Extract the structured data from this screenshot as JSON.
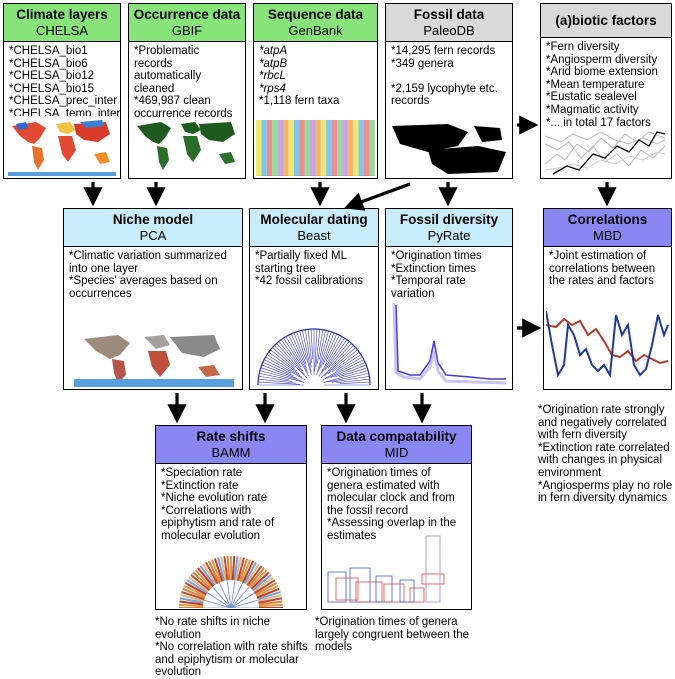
{
  "boxes": {
    "climate": {
      "title": "Climate layers",
      "subtitle": "CHELSA",
      "lines": [
        "*CHELSA_bio1",
        "*CHELSA_bio6",
        "*CHELSA_bio12",
        "*CHELSA_bio15",
        "*CHELSA_prec_inter",
        "*CHELSA_temp_inter"
      ]
    },
    "occurrence": {
      "title": "Occurrence data",
      "subtitle": "GBIF",
      "text": "*Problematic records automatically cleaned\n*469,987 clean occurrence records"
    },
    "sequence": {
      "title": "Sequence data",
      "subtitle": "GenBank",
      "lines": [
        "*atpA",
        "*atpB",
        "*rbcL",
        "*rps4"
      ],
      "last": "*1,118 fern taxa"
    },
    "fossil": {
      "title": "Fossil data",
      "subtitle": "PaleoDB",
      "text": "*14,295 fern records\n*349 genera\n\n*2,159 lycophyte etc. records"
    },
    "abiotic": {
      "title": "(a)biotic factors",
      "subtitle": "",
      "text": "*Fern diversity\n*Angiosperm diversity\n*Arid biome extension\n*Mean temperature\n*Eustatic sealevel\n*Magmatic activity\n*... in total 17 factors"
    },
    "niche": {
      "title": "Niche model",
      "subtitle": "PCA",
      "text": "*Climatic variation summarized into one layer\n*Species' averages based on occurrences"
    },
    "dating": {
      "title": "Molecular dating",
      "subtitle": "Beast",
      "text": "*Partially fixed ML starting tree\n*42 fossil calibrations"
    },
    "diversity": {
      "title": "Fossil diversity",
      "subtitle": "PyRate",
      "text": "*Origination times\n*Extinction times\n*Temporal rate variation"
    },
    "correlations": {
      "title": "Correlations",
      "subtitle": "MBD",
      "text": "*Joint estimation of correlations between the rates and factors"
    },
    "rateshifts": {
      "title": "Rate shifts",
      "subtitle": "BAMM",
      "text": "*Speciation rate\n*Extinction rate\n*Niche evolution rate\n*Correlations with epiphytism and rate of molecular evolution"
    },
    "compat": {
      "title": "Data compatability",
      "subtitle": "MID",
      "text": "*Origination times of genera estimated with molecular clock and from the fossil record\n*Assessing overlap in the estimates"
    }
  },
  "notes": {
    "correlations": "*Origination rate strongly and negatively correlated with fern diversity\n*Extinction rate correlated with changes in physical environment\n*Angiosperms play no role in fern diversity dynamics",
    "rateshifts": "*No rate shifts in niche evolution\n*No correlation with rate shifts and epiphytism or molecular evolution",
    "compat": "*Origination times of genera largely congruent between the models"
  },
  "colors": {
    "green": "#88e37b",
    "gray": "#d9d9d9",
    "lightblue": "#c8ecf9",
    "purple": "#8a86f2",
    "ocean": "#3a7fd4",
    "red": "#c0392b",
    "navy": "#1f3a93"
  }
}
